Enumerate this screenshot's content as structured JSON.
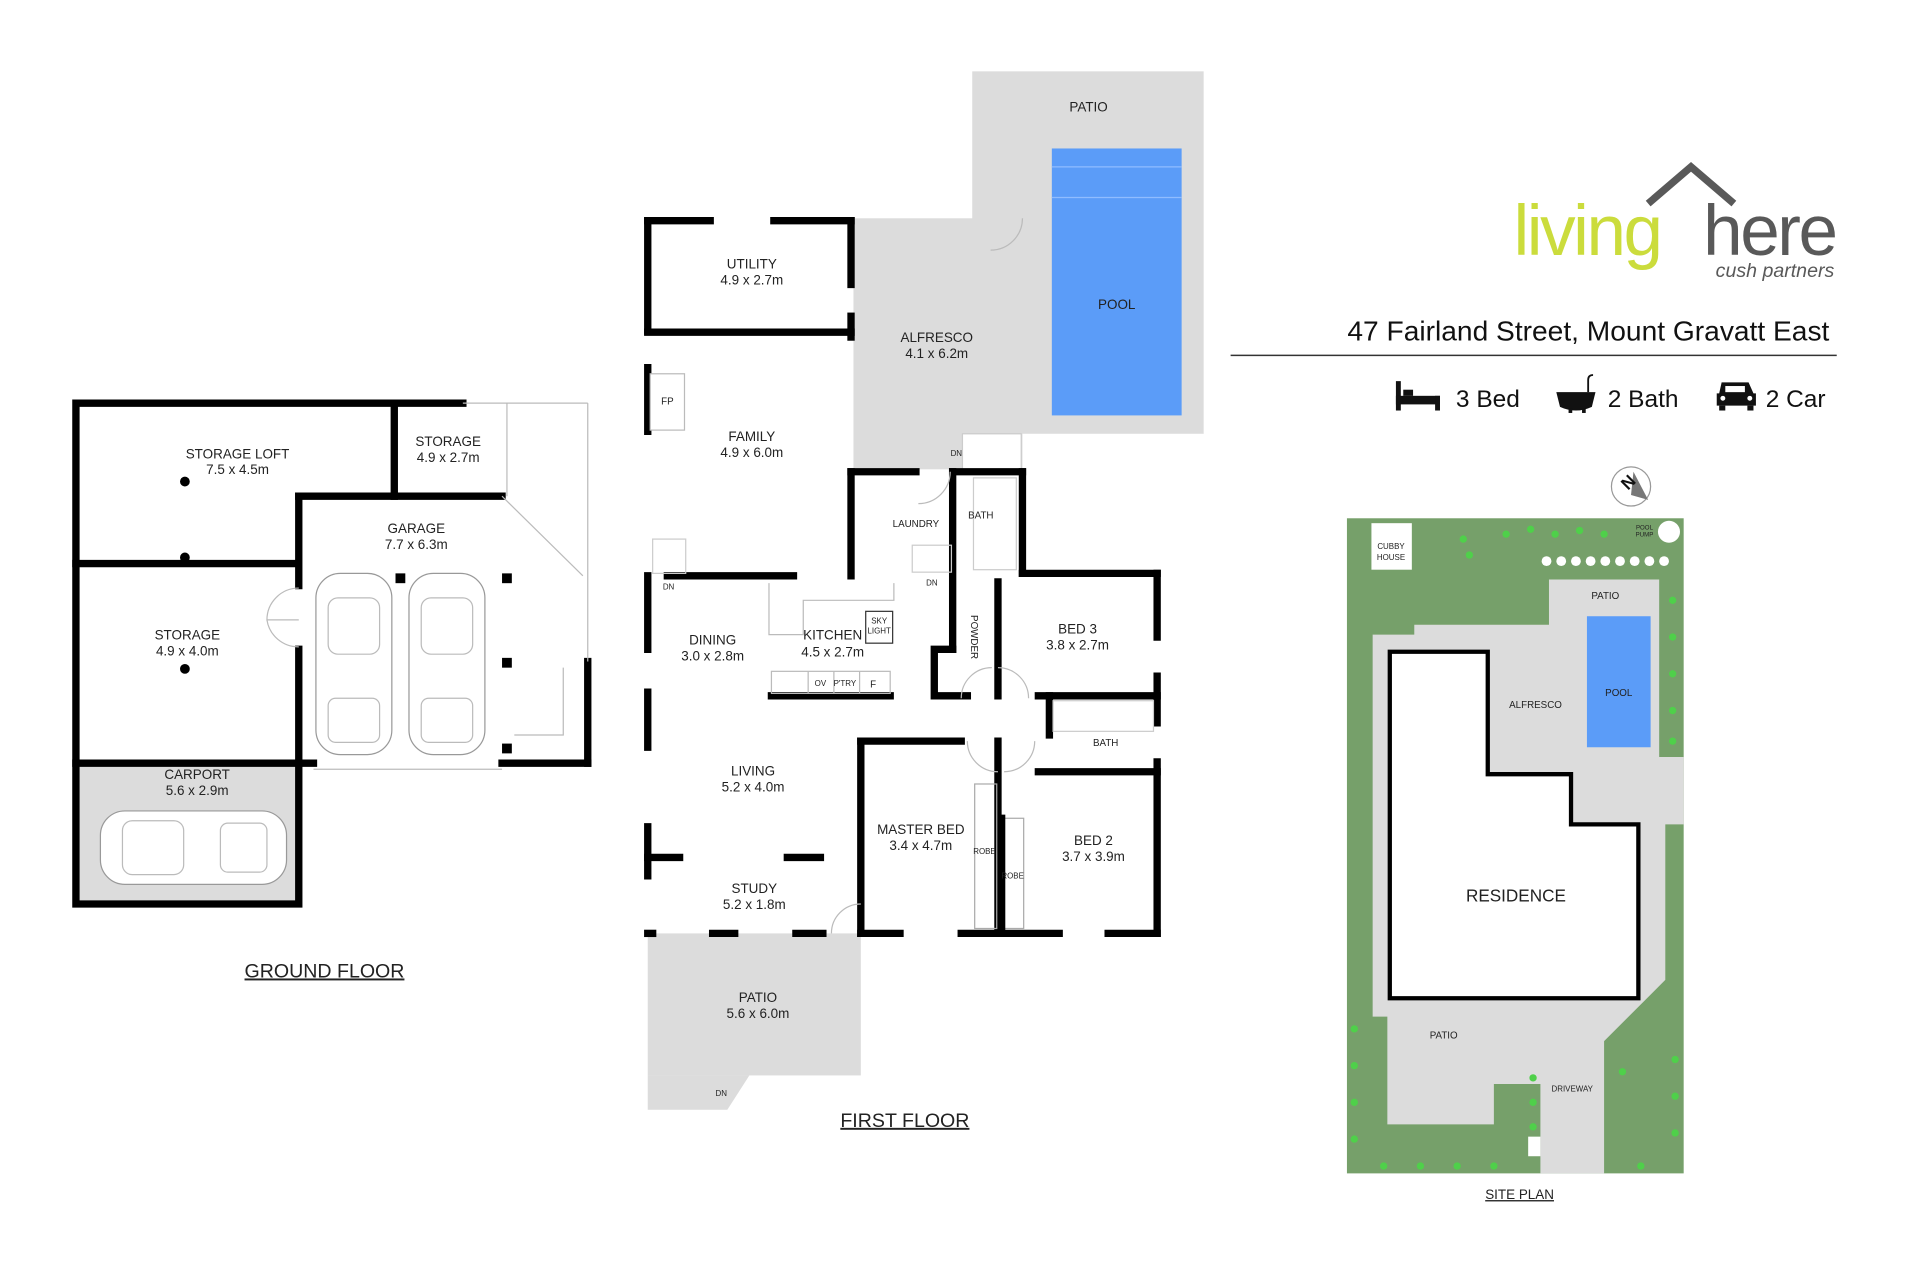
{
  "brand": {
    "logo_part1": "living",
    "logo_part2": "here",
    "logo_sub": "cush partners",
    "accent_color": "#cbdc3c",
    "gray_color": "#595959"
  },
  "address": "47 Fairland Street, Mount Gravatt East",
  "features": [
    {
      "icon": "bed-icon",
      "label": "3 Bed"
    },
    {
      "icon": "bath-icon",
      "label": "2 Bath"
    },
    {
      "icon": "car-icon",
      "label": "2 Car"
    }
  ],
  "ground_floor": {
    "title": "GROUND FLOOR",
    "rooms": [
      {
        "name": "STORAGE  LOFT",
        "size": "7.5 x 4.5m"
      },
      {
        "name": "STORAGE",
        "size": "4.9 x 2.7m"
      },
      {
        "name": "GARAGE",
        "size": "7.7 x 6.3m"
      },
      {
        "name": "STORAGE",
        "size": "4.9 x 4.0m"
      },
      {
        "name": "CARPORT",
        "size": "5.6 x 2.9m"
      }
    ]
  },
  "first_floor": {
    "title": "FIRST FLOOR",
    "rooms": [
      {
        "name": "PATIO",
        "size": ""
      },
      {
        "name": "POOL",
        "size": ""
      },
      {
        "name": "UTILITY",
        "size": "4.9 x 2.7m"
      },
      {
        "name": "ALFRESCO",
        "size": "4.1 x 6.2m"
      },
      {
        "name": "FAMILY",
        "size": "4.9 x 6.0m"
      },
      {
        "name": "LAUNDRY",
        "size": ""
      },
      {
        "name": "BATH",
        "size": ""
      },
      {
        "name": "DINING",
        "size": "3.0 x 2.8m"
      },
      {
        "name": "KITCHEN",
        "size": "4.5 x 2.7m"
      },
      {
        "name": "BED 3",
        "size": "3.8 x 2.7m"
      },
      {
        "name": "BATH",
        "size": ""
      },
      {
        "name": "LIVING",
        "size": "5.2 x 4.0m"
      },
      {
        "name": "MASTER BED",
        "size": "3.4 x 4.7m"
      },
      {
        "name": "BED 2",
        "size": "3.7 x 3.9m"
      },
      {
        "name": "STUDY",
        "size": "5.2 x 1.8m"
      },
      {
        "name": "PATIO",
        "size": "5.6 x 6.0m"
      }
    ],
    "small_labels": {
      "fp": "FP",
      "dn": "DN",
      "sky1": "SKY",
      "sky2": "LIGHT",
      "ov": "OV",
      "ptry": "P'TRY",
      "f": "F",
      "powder": "POWDER",
      "robe": "ROBE"
    }
  },
  "site_plan": {
    "title": "SITE PLAN",
    "labels": {
      "cubby1": "CUBBY",
      "cubby2": "HOUSE",
      "pump1": "POOL",
      "pump2": "PUMP",
      "patio_top": "PATIO",
      "pool": "POOL",
      "alfresco": "ALFRESCO",
      "residence": "RESIDENCE",
      "patio_bottom": "PATIO",
      "driveway": "DRIVEWAY",
      "north": "N"
    }
  }
}
